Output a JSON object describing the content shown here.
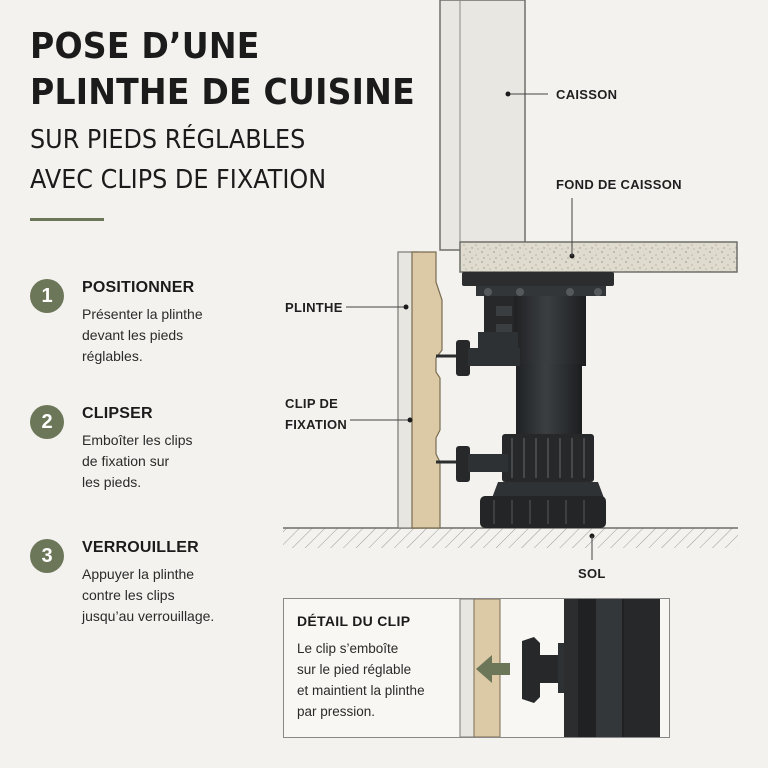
{
  "header": {
    "title_lines": [
      "POSE D’UNE",
      "PLINTHE DE CUISINE"
    ],
    "subtitle_lines": [
      "SUR PIEDS RÉGLABLES",
      "AVEC CLIPS DE FIXATION"
    ]
  },
  "steps": [
    {
      "number": "1",
      "title": "POSITIONNER",
      "text": [
        "Présenter la plinthe",
        "devant les pieds",
        "réglables."
      ]
    },
    {
      "number": "2",
      "title": "CLIPSER",
      "text": [
        "Emboîter les clips",
        "de fixation sur",
        "les pieds."
      ]
    },
    {
      "number": "3",
      "title": "VERROUILLER",
      "text": [
        "Appuyer la plinthe",
        "contre les clips",
        "jusqu’au verrouillage."
      ]
    }
  ],
  "labels": {
    "caisson": "CAISSON",
    "fond_caisson": "FOND DE CAISSON",
    "plinthe": "PLINTHE",
    "clip_line1": "CLIP DE",
    "clip_line2": "FIXATION",
    "sol": "SOL"
  },
  "detail": {
    "title": "DÉTAIL DU CLIP",
    "text": [
      "Le clip s’emboîte",
      "sur le pied réglable",
      "et maintient la plinthe",
      "par pression."
    ]
  },
  "colors": {
    "accent": "#6c7658",
    "foot": "#2b2d2f",
    "plinth": "#dcc9a6",
    "board": "#e0dbcf",
    "cabinet": "#e9e7e1"
  }
}
